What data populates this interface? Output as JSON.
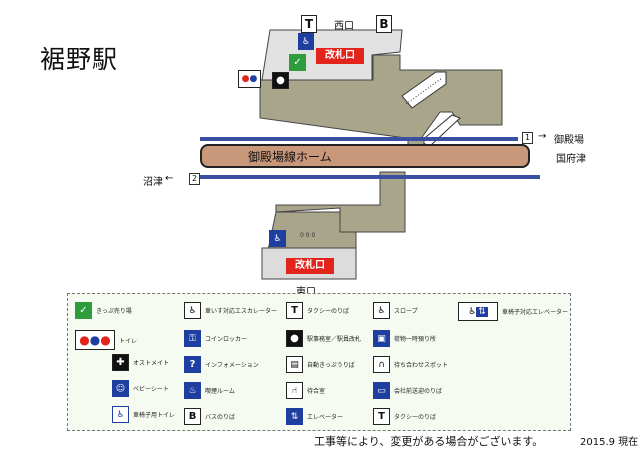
{
  "station": {
    "name": "裾野駅"
  },
  "north": {
    "exit_label": "西口",
    "gate_label": "改札口",
    "taxi_glyph": "T",
    "bus_glyph": "B"
  },
  "south": {
    "exit_label": "東口",
    "gate_label": "改札口",
    "ticket_text": "0 0 0"
  },
  "platform": {
    "name": "御殿場線ホーム"
  },
  "tracks": [
    {
      "number": "1",
      "destination": "御殿場",
      "direction_text": "国府津",
      "arrow": "→"
    },
    {
      "number": "2",
      "destination": "沼津",
      "arrow": "←"
    }
  ],
  "legend": {
    "items": [
      {
        "icon": "ticket-machine-icon",
        "label": "きっぷ売り場"
      },
      {
        "icon": "toilet-icon",
        "label": "トイレ"
      },
      {
        "icon": "ostomate-icon",
        "label": "オストメイト"
      },
      {
        "icon": "baby-seat-icon",
        "label": "ベビーシート"
      },
      {
        "icon": "wheelchair-toilet-icon",
        "label": "車椅子用トイレ"
      },
      {
        "icon": "wheelchair-escalator-icon",
        "label": "車いす対応エスカレーター"
      },
      {
        "icon": "locker-icon",
        "label": "コインロッカー"
      },
      {
        "icon": "information-icon",
        "label": "インフォメーション"
      },
      {
        "icon": "smoking-room-icon",
        "label": "喫煙ルーム"
      },
      {
        "icon": "bus-stop-icon",
        "label": "バスのりば",
        "glyph": "B"
      },
      {
        "icon": "taxi-stand-icon",
        "label": "タクシーのりば",
        "glyph": "T"
      },
      {
        "icon": "station-office-icon",
        "label": "駅事務室／駅員改札"
      },
      {
        "icon": "auto-ticket-gate-icon",
        "label": "自動きっぷうりば"
      },
      {
        "icon": "waiting-room-icon",
        "label": "待合室"
      },
      {
        "icon": "elevator-icon",
        "label": "エレベーター"
      },
      {
        "icon": "slope-icon",
        "label": "スロープ"
      },
      {
        "icon": "baggage-storage-icon",
        "label": "荷物一時預り所"
      },
      {
        "icon": "meeting-spot-icon",
        "label": "待ち合わせスポット"
      },
      {
        "icon": "company-bus-icon",
        "label": "会社前送迎のりば"
      },
      {
        "icon": "taxi-stand-icon-2",
        "label": "タクシーのりば",
        "glyph": "T"
      },
      {
        "icon": "wheelchair-elevator-icon",
        "label": "車椅子対応エレベーター"
      }
    ]
  },
  "footer": {
    "note": "工事等により、変更がある場合がございます。",
    "date": "2015.9 現在"
  },
  "colors": {
    "building": "#a8a58a",
    "gate_red": "#e2241c",
    "rail_blue": "#3b4fa0",
    "platform": "#c9977a",
    "icon_blue": "#1e3fa0",
    "icon_green": "#2e9b3d"
  }
}
